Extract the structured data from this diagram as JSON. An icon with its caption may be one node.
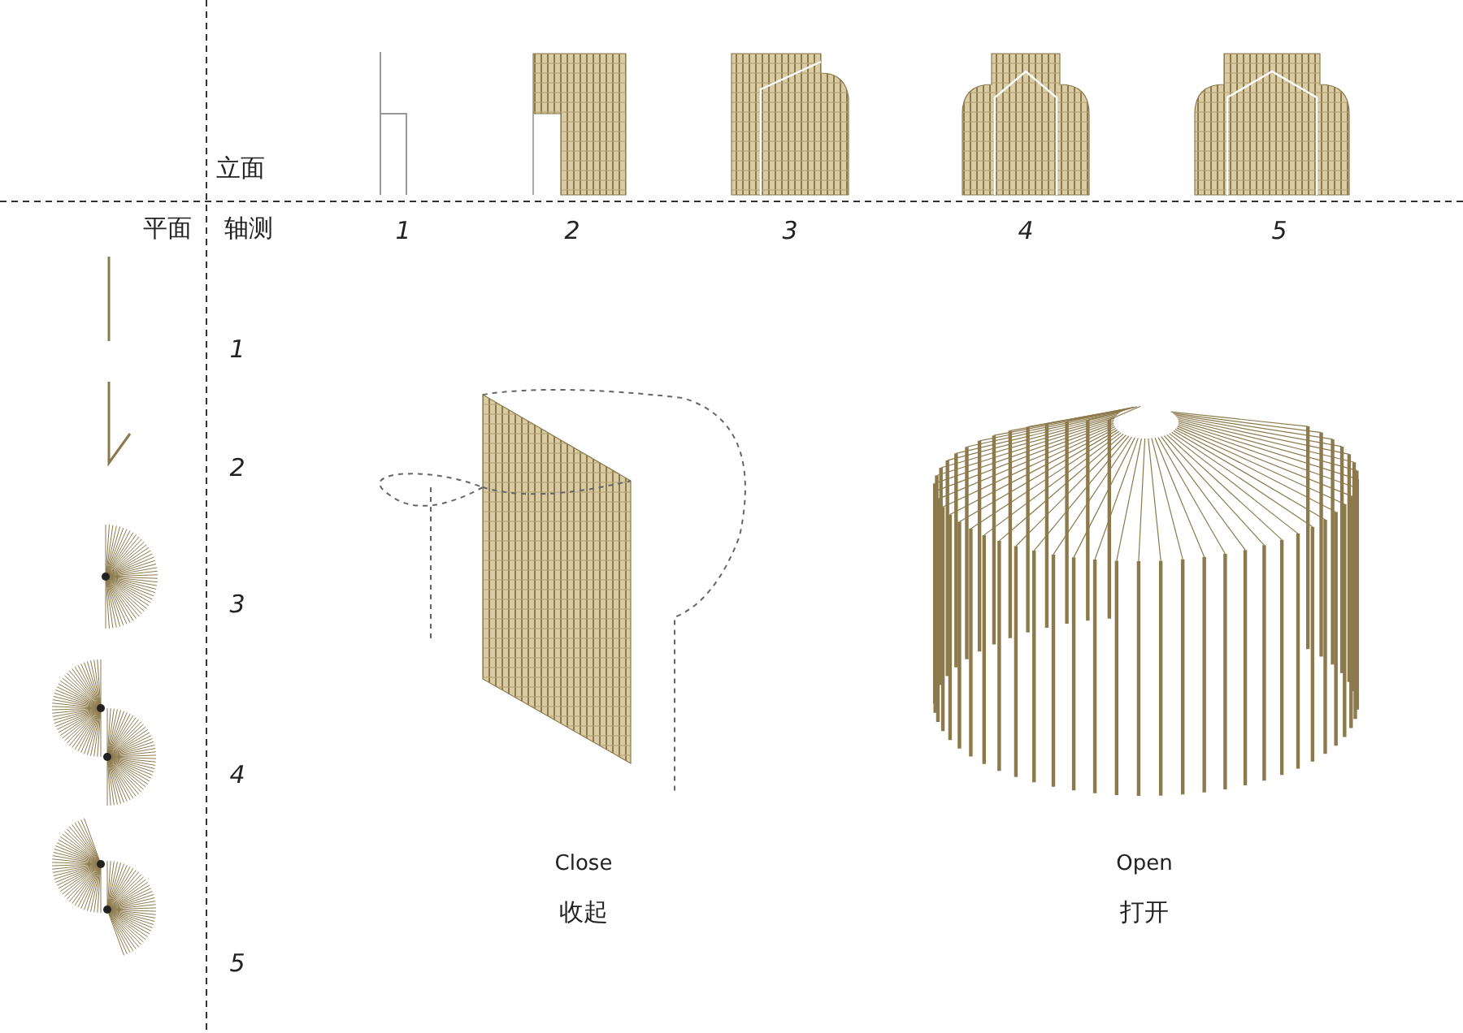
{
  "diagram": {
    "labels": [
      "立面",
      "平面",
      "轴测",
      "1",
      "2",
      "3",
      "4",
      "5",
      "1",
      "2",
      "3",
      "4",
      "Close",
      "Open",
      "收起",
      "打开",
      "5"
    ]
  }
}
